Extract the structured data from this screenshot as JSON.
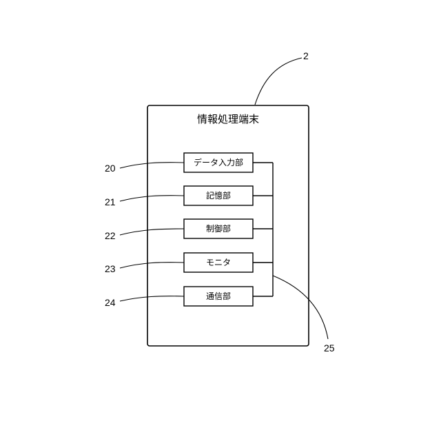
{
  "terminal": {
    "title": "情報処理端末",
    "ref": "2"
  },
  "components": [
    {
      "label": "データ入力部",
      "ref": "20"
    },
    {
      "label": "記憶部",
      "ref": "21"
    },
    {
      "label": "制御部",
      "ref": "22"
    },
    {
      "label": "モニタ",
      "ref": "23"
    },
    {
      "label": "通信部",
      "ref": "24"
    }
  ],
  "bus": {
    "ref": "25"
  }
}
